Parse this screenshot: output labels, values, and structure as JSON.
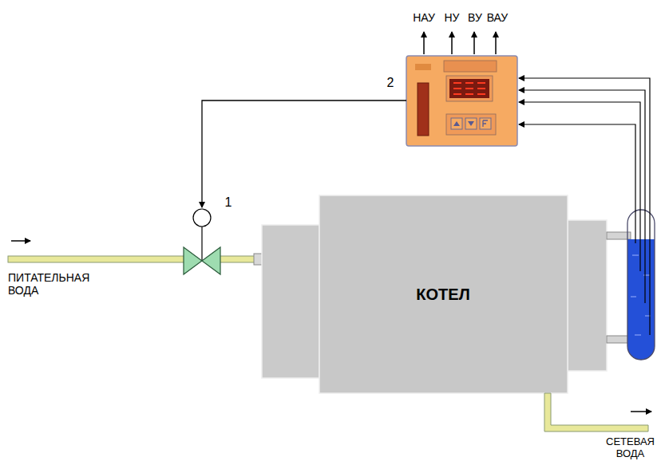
{
  "diagram": {
    "nodes": [
      {
        "text": [
          "КОТЕЛ"
        ]
      }
    ],
    "labels": [
      "НАУ",
      "НУ",
      "ВУ",
      "ВАУ",
      "2",
      "1",
      "ПИТАТЕЛЬНАЯ ВОДА",
      "СЕТЕВАЯ ВОДА"
    ]
  }
}
